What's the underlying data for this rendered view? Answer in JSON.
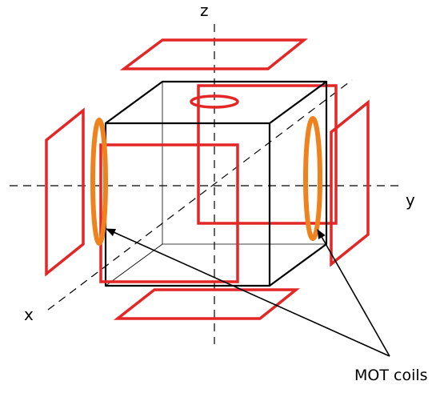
{
  "labels": {
    "z": "z",
    "y": "y",
    "x": "x",
    "mot_coils": "MOT coils"
  },
  "colors": {
    "beam_frame": "#e32626",
    "coil": "#f0821e",
    "outline": "#000000"
  }
}
